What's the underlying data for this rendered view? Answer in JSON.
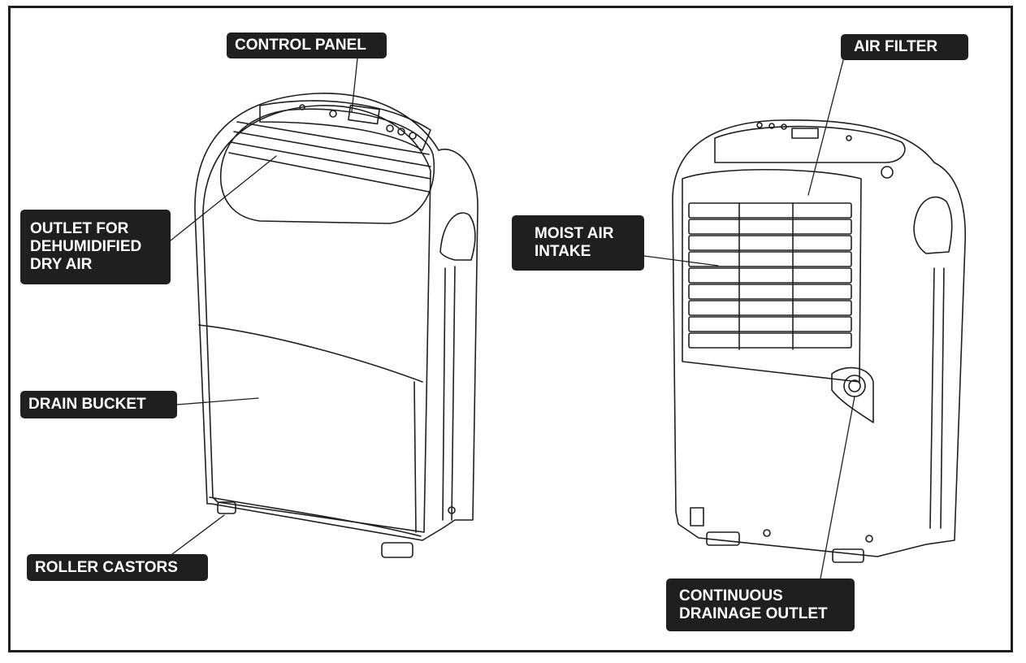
{
  "labels": {
    "control_panel": "CONTROL PANEL",
    "outlet": "OUTLET FOR\nDEHUMIDIFIED\nDRY AIR",
    "drain_bucket": "DRAIN BUCKET",
    "roller_castors": "ROLLER CASTORS",
    "air_filter": "AIR FILTER",
    "moist_air_intake": "MOIST AIR\nINTAKE",
    "drainage_outlet": "CONTINUOUS\nDRAINAGE OUTLET"
  },
  "colors": {
    "ink": "#1f1f1f",
    "label_text": "#ffffff",
    "background": "#ffffff"
  }
}
